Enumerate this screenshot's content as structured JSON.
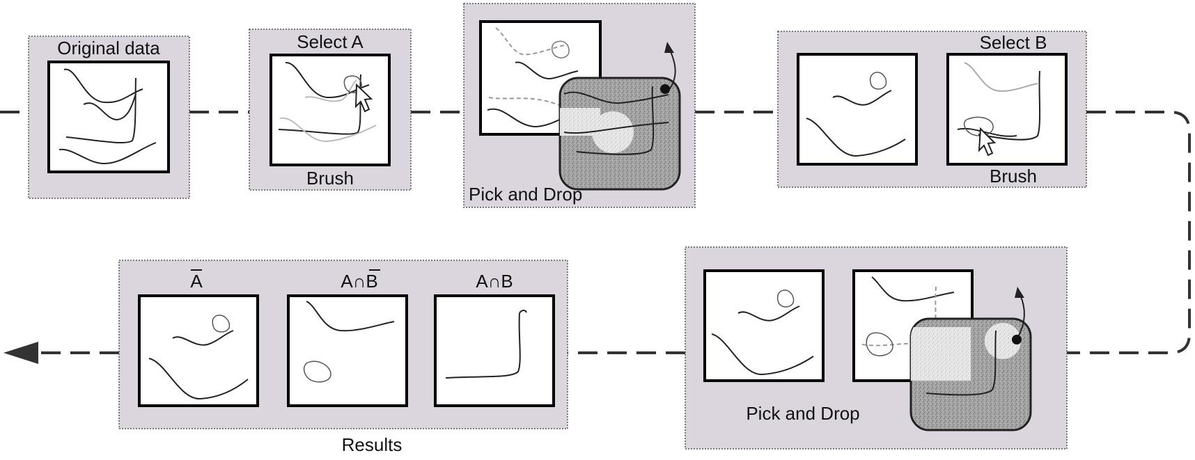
{
  "panels": {
    "original": {
      "label": "Original data"
    },
    "select_a": {
      "title": "Select A",
      "caption": "Brush"
    },
    "pick_drop_1": {
      "caption": "Pick and Drop"
    },
    "select_b": {
      "title": "Select B",
      "caption": "Brush"
    },
    "pick_drop_2": {
      "caption": "Pick and Drop"
    },
    "results": {
      "caption": "Results",
      "items": [
        {
          "label": "A"
        },
        {
          "label": "A∩B"
        },
        {
          "label": "A∩B"
        }
      ]
    }
  },
  "colors": {
    "panel_fill": "#dbd6dd",
    "panel_border": "#555555",
    "line": "#1a1a1a",
    "faded_line": "#aaaaaa",
    "lens_fill": "#9a9a9a"
  }
}
